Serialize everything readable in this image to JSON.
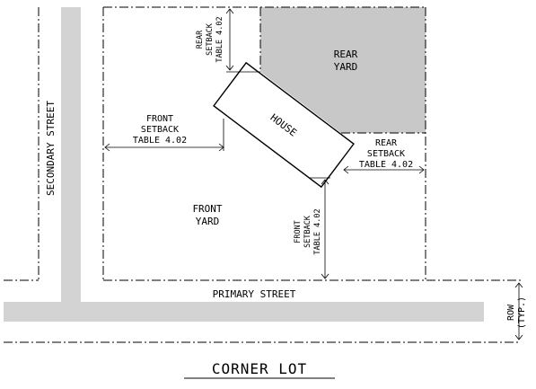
{
  "title": "CORNER LOT",
  "labels": {
    "secondary_street": "SECONDARY STREET",
    "primary_street": "PRIMARY STREET",
    "rear_yard": [
      "REAR",
      "YARD"
    ],
    "front_yard": [
      "FRONT",
      "YARD"
    ],
    "house": "HOUSE",
    "front_setback_left": [
      "FRONT",
      "SETBACK",
      "TABLE 4.02"
    ],
    "rear_setback_right": [
      "REAR",
      "SETBACK",
      "TABLE 4.02"
    ],
    "rear_setback_top": [
      "REAR",
      "SETBACK",
      "TABLE 4.02"
    ],
    "front_setback_bottom": [
      "FRONT",
      "SETBACK",
      "TABLE 4.02"
    ],
    "row": [
      "ROW",
      "(TYP.)"
    ]
  },
  "colors": {
    "road": "#d3d3d3",
    "rear_yard": "#c8c8c8",
    "line": "#000000"
  }
}
